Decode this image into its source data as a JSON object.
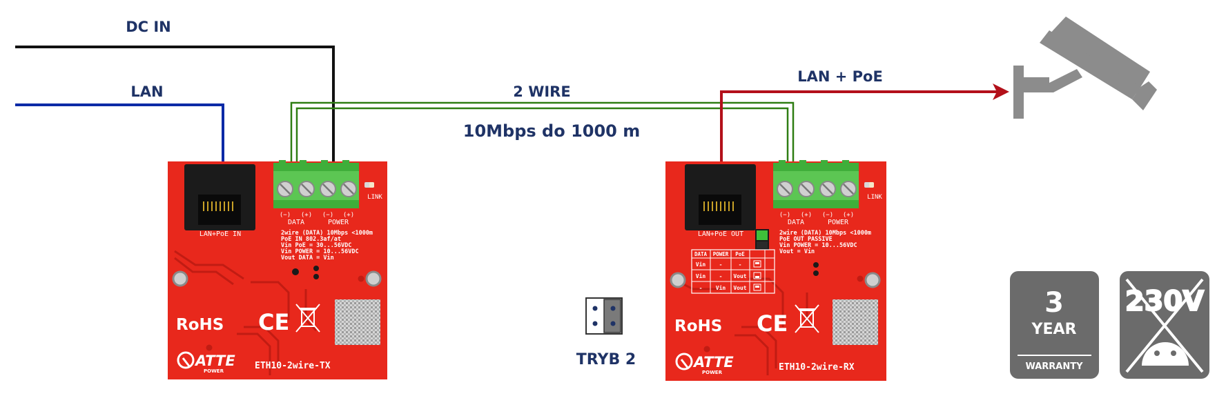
{
  "labels": {
    "dc_in": "DC IN",
    "lan": "LAN",
    "two_wire": "2 WIRE",
    "range": "10Mbps do 1000 m",
    "lan_poe": "LAN + PoE",
    "mode": "TRYB 2"
  },
  "tx_board": {
    "model": "ETH10-2wire-TX",
    "port_label": "LAN+PoE IN",
    "link": "LINK",
    "pin_polarity": [
      "(−)",
      "(+)",
      "(−)",
      "(+)"
    ],
    "group_data": "DATA",
    "group_power": "POWER",
    "spec_lines": [
      "2wire (DATA) 10Mbps <1000m",
      "PoE IN 802.3af/at",
      "Vin PoE = 30...56VDC",
      "Vin POWER = 10...56VDC",
      "Vout DATA = Vin"
    ],
    "rohs": "RoHS",
    "ce": "CE",
    "brand": "ATTE",
    "brand_sub": "POWER"
  },
  "rx_board": {
    "model": "ETH10-2wire-RX",
    "port_label": "LAN+PoE OUT",
    "link": "LINK",
    "pin_polarity": [
      "(−)",
      "(+)",
      "(−)",
      "(+)"
    ],
    "group_data": "DATA",
    "group_power": "POWER",
    "spec_lines": [
      "2wire (DATA) 10Mbps <1000m",
      "PoE OUT PASSIVE",
      "Vin POWER = 10...56VDC",
      "Vout = Vin"
    ],
    "table_header": [
      "DATA",
      "POWER",
      "PoE"
    ],
    "table_rows": [
      [
        "Vin",
        "-",
        "-"
      ],
      [
        "Vin",
        "-",
        "Vout"
      ],
      [
        "-",
        "Vin",
        "Vout"
      ]
    ],
    "rohs": "RoHS",
    "ce": "CE",
    "brand": "ATTE",
    "brand_sub": "POWER"
  },
  "badges": {
    "warranty_number": "3",
    "warranty_year": "YEAR",
    "warranty_label": "WARRANTY",
    "no_230v": "230V"
  },
  "colors": {
    "dc_wire": "#111111",
    "lan_wire": "#0b2aa6",
    "two_wire": "#2e7d12",
    "poe_wire": "#b3101a",
    "pcb": "#e8281c",
    "label_navy": "#1f3366",
    "badge_grey": "#6b6b6b",
    "camera_grey": "#8c8c8c"
  }
}
